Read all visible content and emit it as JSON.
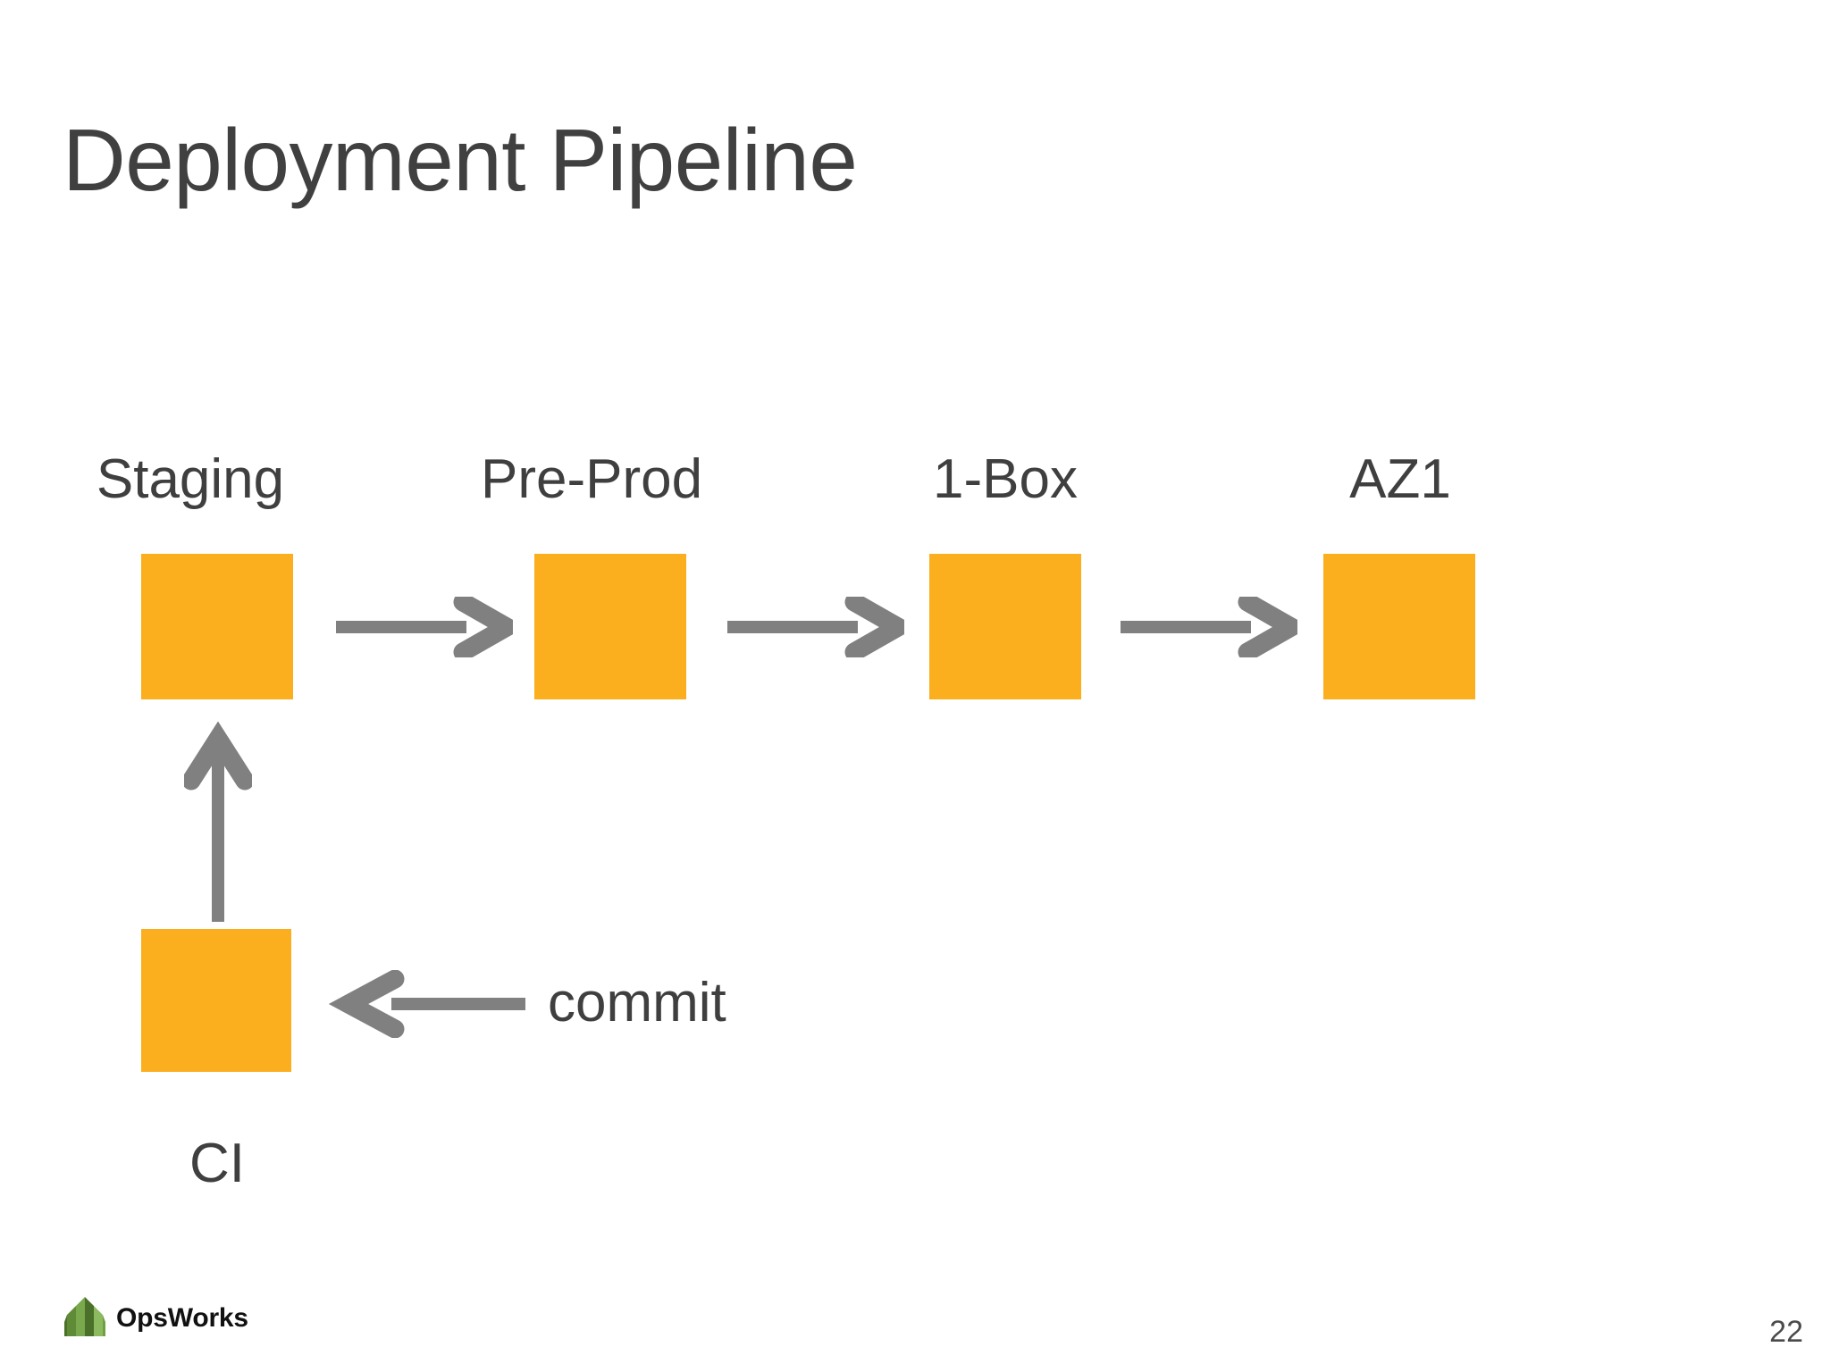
{
  "slide": {
    "title": "Deployment Pipeline",
    "page_number": "22",
    "background_color": "#ffffff"
  },
  "theme": {
    "box_color": "#fbaf1f",
    "arrow_color": "#808080",
    "title_color": "#404040",
    "text_color": "#3f3f3f",
    "logo_green_dark": "#4b7029",
    "logo_green_mid": "#6f9e43",
    "logo_green_light": "#8cba5e"
  },
  "diagram": {
    "pipeline": [
      {
        "label": "Staging",
        "box_name": "staging-box"
      },
      {
        "label": "Pre-Prod",
        "box_name": "preprod-box"
      },
      {
        "label": "1-Box",
        "box_name": "one-box-box"
      },
      {
        "label": "AZ1",
        "box_name": "az1-box"
      }
    ],
    "source": {
      "caption": "CI",
      "edge_label": "commit"
    },
    "arrows": [
      {
        "name": "arrow-staging-to-preprod",
        "direction": "right"
      },
      {
        "name": "arrow-preprod-to-onebox",
        "direction": "right"
      },
      {
        "name": "arrow-onebox-to-az1",
        "direction": "right"
      },
      {
        "name": "arrow-ci-to-staging",
        "direction": "up"
      },
      {
        "name": "arrow-commit-to-ci",
        "direction": "left"
      }
    ]
  },
  "footer": {
    "logo_text": "OpsWorks",
    "logo_icon": "opsworks-leaf-icon"
  }
}
